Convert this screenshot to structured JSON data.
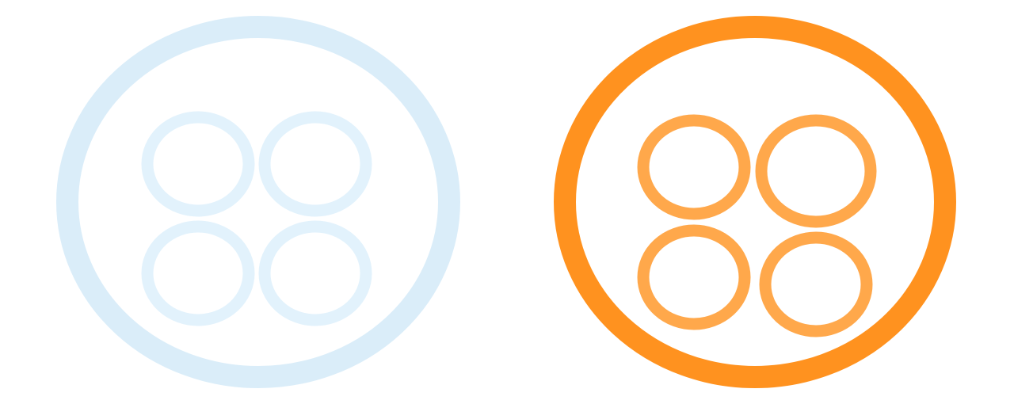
{
  "icons": [
    {
      "name": "button-icon-inactive",
      "state": "inactive",
      "outer_color": "#daedf9",
      "hole_color": "#e2f2fc"
    },
    {
      "name": "button-icon-active",
      "state": "active",
      "outer_color": "#ff921f",
      "hole_color": "#ffa84b"
    }
  ]
}
